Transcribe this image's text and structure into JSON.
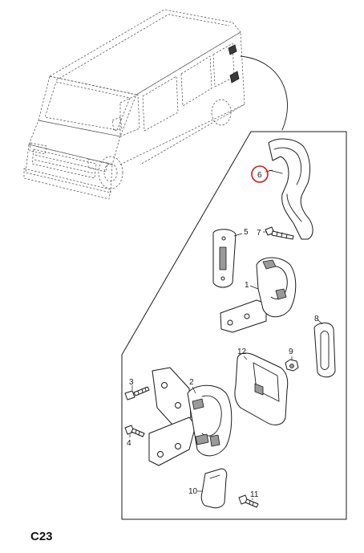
{
  "diagram": {
    "callouts": [
      {
        "id": "6",
        "label": "6",
        "highlight_color": "#d11a1a"
      },
      {
        "id": "7",
        "label": "7"
      },
      {
        "id": "5",
        "label": "5"
      },
      {
        "id": "1",
        "label": "1"
      },
      {
        "id": "8",
        "label": "8"
      },
      {
        "id": "12",
        "label": "12"
      },
      {
        "id": "9",
        "label": "9"
      },
      {
        "id": "3",
        "label": "3"
      },
      {
        "id": "2",
        "label": "2"
      },
      {
        "id": "4",
        "label": "4"
      },
      {
        "id": "10",
        "label": "10"
      },
      {
        "id": "11",
        "label": "11"
      }
    ],
    "page_code": "C23"
  }
}
